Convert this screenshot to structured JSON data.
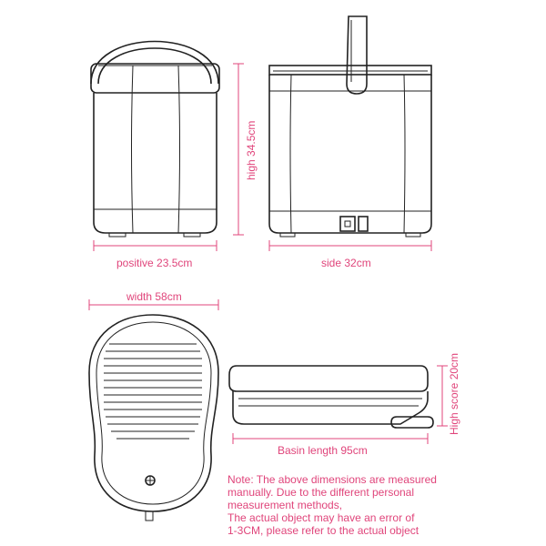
{
  "labels": {
    "front_width": "positive 23.5cm",
    "height": "high 34.5cm",
    "side_width": "side 32cm",
    "top_width": "width 58cm",
    "basin_height": "High score 20cm",
    "basin_length": "Basin length  95cm"
  },
  "note": {
    "line1": "Note: The above dimensions are measured",
    "line2": "manually. Due to the different personal",
    "line3": "measurement methods,",
    "line4": "The actual object may have an error of",
    "line5": "1-3CM, please refer to the actual object"
  },
  "colors": {
    "dimension": "#e0457b",
    "outline": "#222222"
  }
}
